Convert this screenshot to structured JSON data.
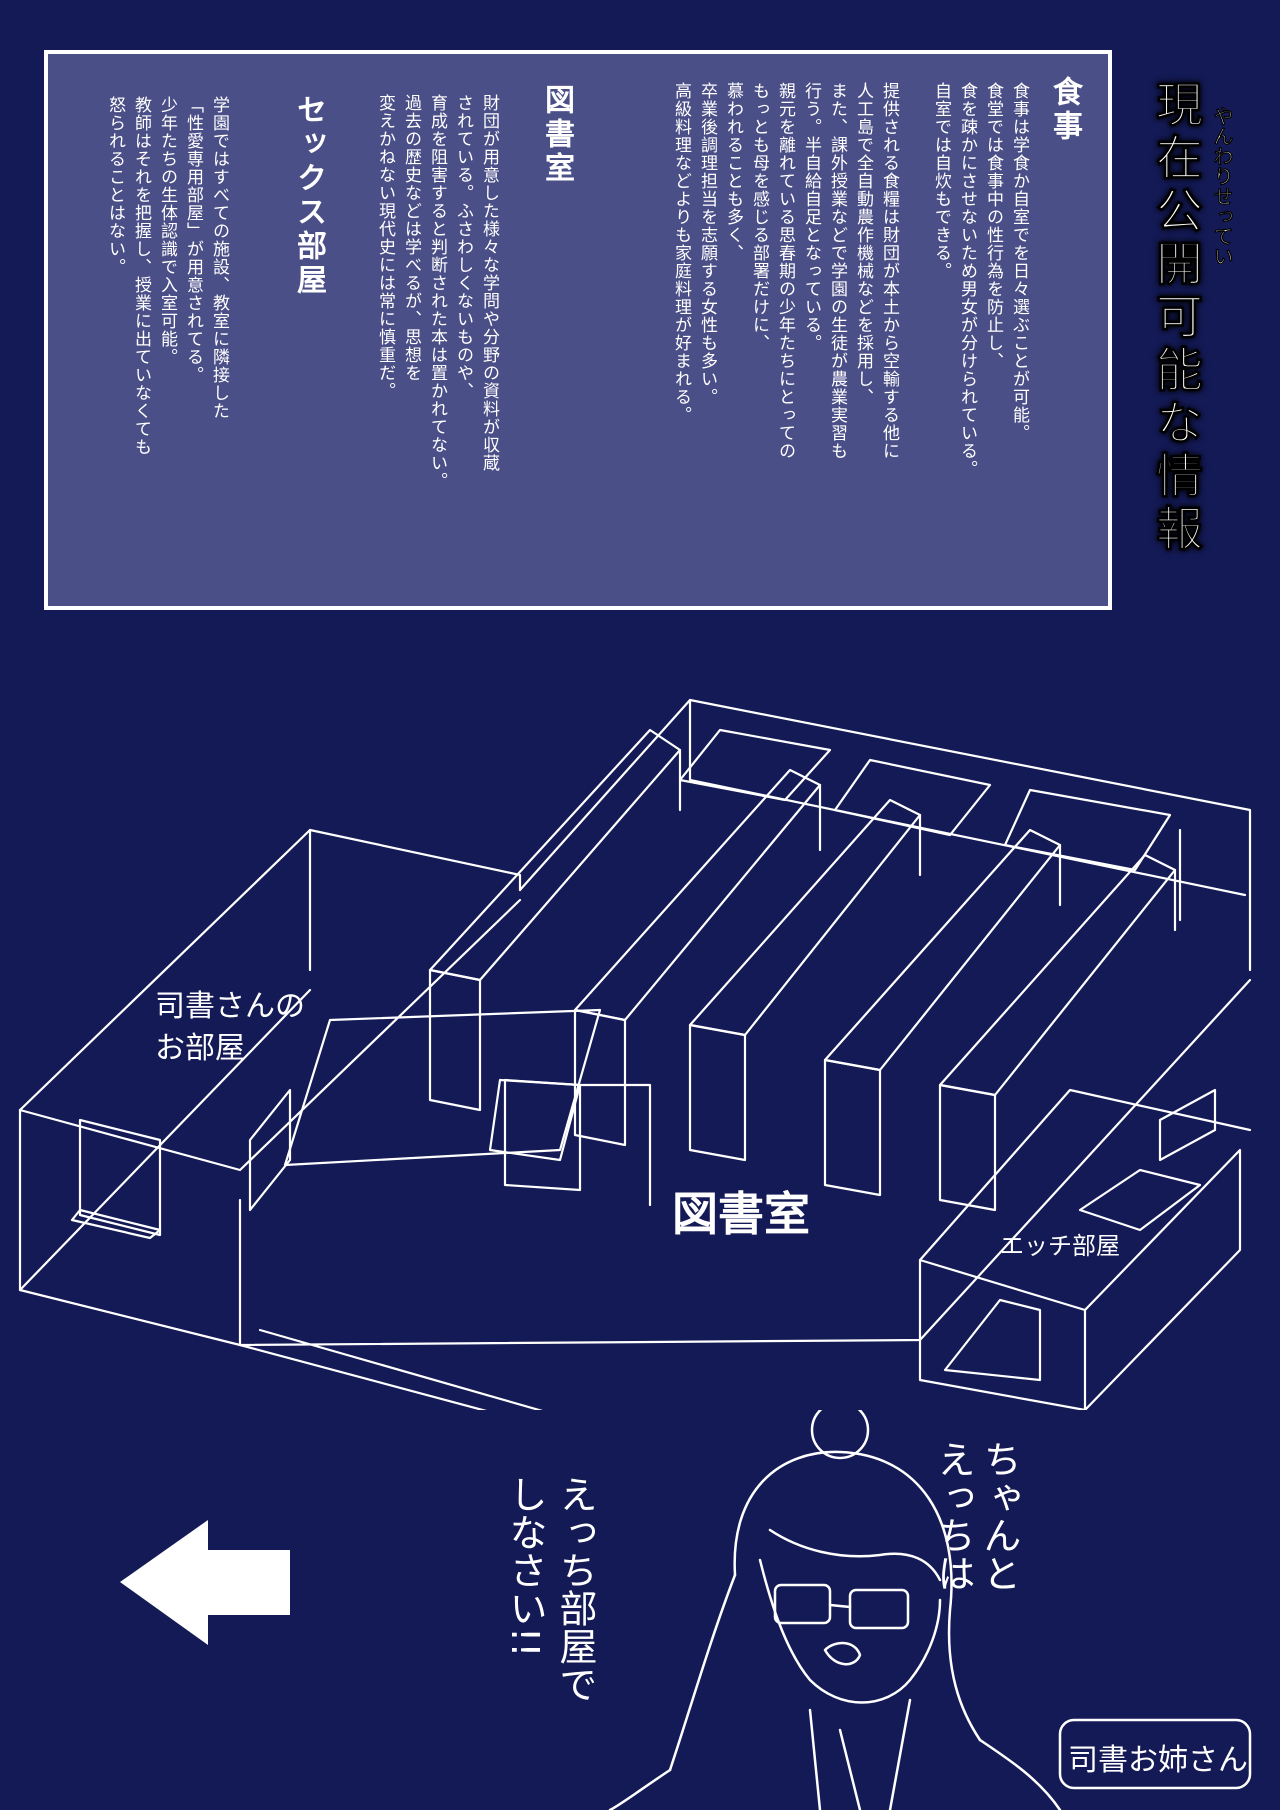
{
  "header": {
    "title": "現在公開可能な情報",
    "ruby": "やんわりせってい"
  },
  "info_sections": [
    {
      "title": "食事",
      "body": "食事は学食か自室でを日々選ぶことが可能。\n食堂では食事中の性行為を防止し、\n食を疎かにさせないため男女が分けられている。\n自室では自炊もできる。\n\n提供される食糧は財団が本土から空輸する他に\n人工島で全自動農作機械などを採用し、\nまた、課外授業などで学園の生徒が農業実習も\n行う。半自給自足となっている。\n親元を離れている思春期の少年たちにとっての\nもっとも母を感じる部署だけに、\n慕われることも多く、\n卒業後調理担当を志願する女性も多い。\n高級料理などよりも家庭料理が好まれる。"
    },
    {
      "title": "図書室",
      "body": "財団が用意した様々な学問や分野の資料が収蔵\nされている。ふさわしくないものや、\n育成を阻害すると判断された本は置かれてない。\n過去の歴史などは学べるが、思想を\n変えかねない現代史には常に慎重だ。"
    },
    {
      "title": "セックス部屋",
      "body": "学園ではすべての施設、教室に隣接した\n「性愛専用部屋」が用意されてる。\n少年たちの生体認識で入室可能。\n教師はそれを把握し、授業に出ていなくても\n怒られることはない。"
    }
  ],
  "map": {
    "librarian_room": "司書さんの\nお部屋",
    "library": "図書室",
    "ecchi_room": "エッチ部屋"
  },
  "sketch": {
    "speech_line1": "ちゃんと\nえっちは",
    "speech_line2": "えっち部屋で\nしなさい!!",
    "caption": "司書お姉さん"
  },
  "colors": {
    "background": "#141a55",
    "panel": "#4b4f88",
    "line": "#ffffff"
  }
}
